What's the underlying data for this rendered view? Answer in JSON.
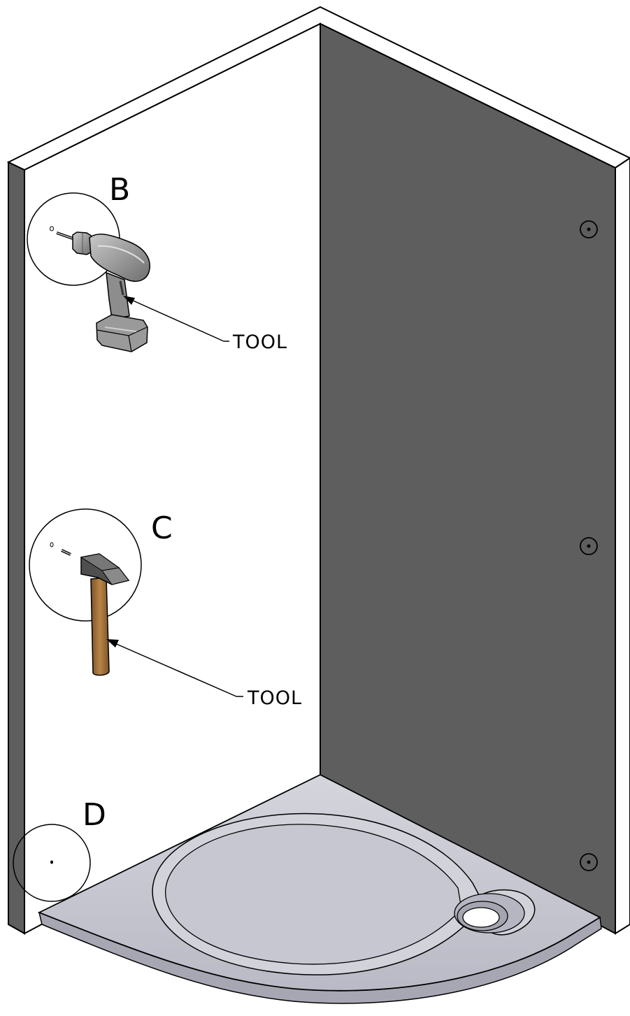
{
  "callouts": {
    "b": {
      "letter": "B"
    },
    "c": {
      "letter": "C"
    },
    "d": {
      "letter": "D"
    }
  },
  "labels": {
    "drill_tool": "TOOL",
    "hammer_tool": "TOOL"
  },
  "colors": {
    "right_panel": "#5e5e5e",
    "left_panel": "#ffffff",
    "left_panel_edge": "#5e5e5e",
    "shower_tray": "#c8c9d2",
    "tray_shadow": "#a6a7b2",
    "hammer_handle": "#a9763f",
    "hammer_head": "#4f4f4f",
    "drill_body": "#9c9c9c"
  }
}
